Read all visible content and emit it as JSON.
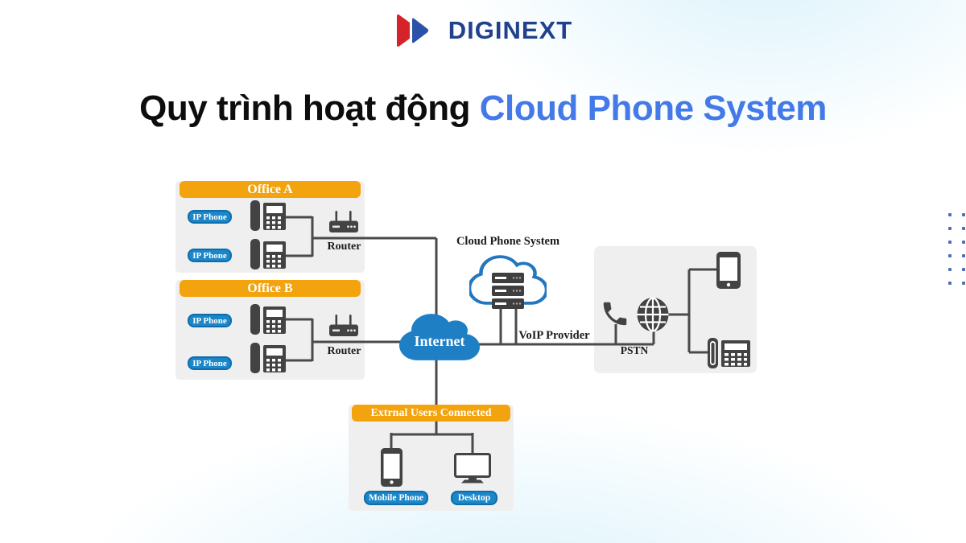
{
  "logo": {
    "brand": "DIGINEXT"
  },
  "title": {
    "prefix": "Quy trình hoạt động ",
    "highlight": "Cloud Phone System"
  },
  "diagram": {
    "office_a": {
      "title": "Office A",
      "phone_labels": [
        "IP Phone",
        "IP Phone"
      ],
      "router_label": "Router"
    },
    "office_b": {
      "title": "Office B",
      "phone_labels": [
        "IP Phone",
        "IP Phone"
      ],
      "router_label": "Router"
    },
    "internet": {
      "label": "Internet"
    },
    "cloud_phone_system": {
      "label": "Cloud Phone System"
    },
    "voip_provider": {
      "label": "VoIP Provider"
    },
    "pstn": {
      "label": "PSTN"
    },
    "external_users": {
      "title": "Extrnal Users Connected",
      "device_labels": [
        "Mobile Phone",
        "Desktop"
      ]
    }
  },
  "colors": {
    "header_orange": "#F2A30D",
    "panel_gray": "#EFEFEF",
    "badge_blue": "#1B86C8",
    "icon_dark": "#434343",
    "internet_cloud_blue": "#1F7FC5",
    "cloud_outline_blue": "#2476BE",
    "connector_gray": "#4A4A4A",
    "title_blue": "#4479E8",
    "logo_navy": "#21418C",
    "logo_red": "#D6232A"
  }
}
